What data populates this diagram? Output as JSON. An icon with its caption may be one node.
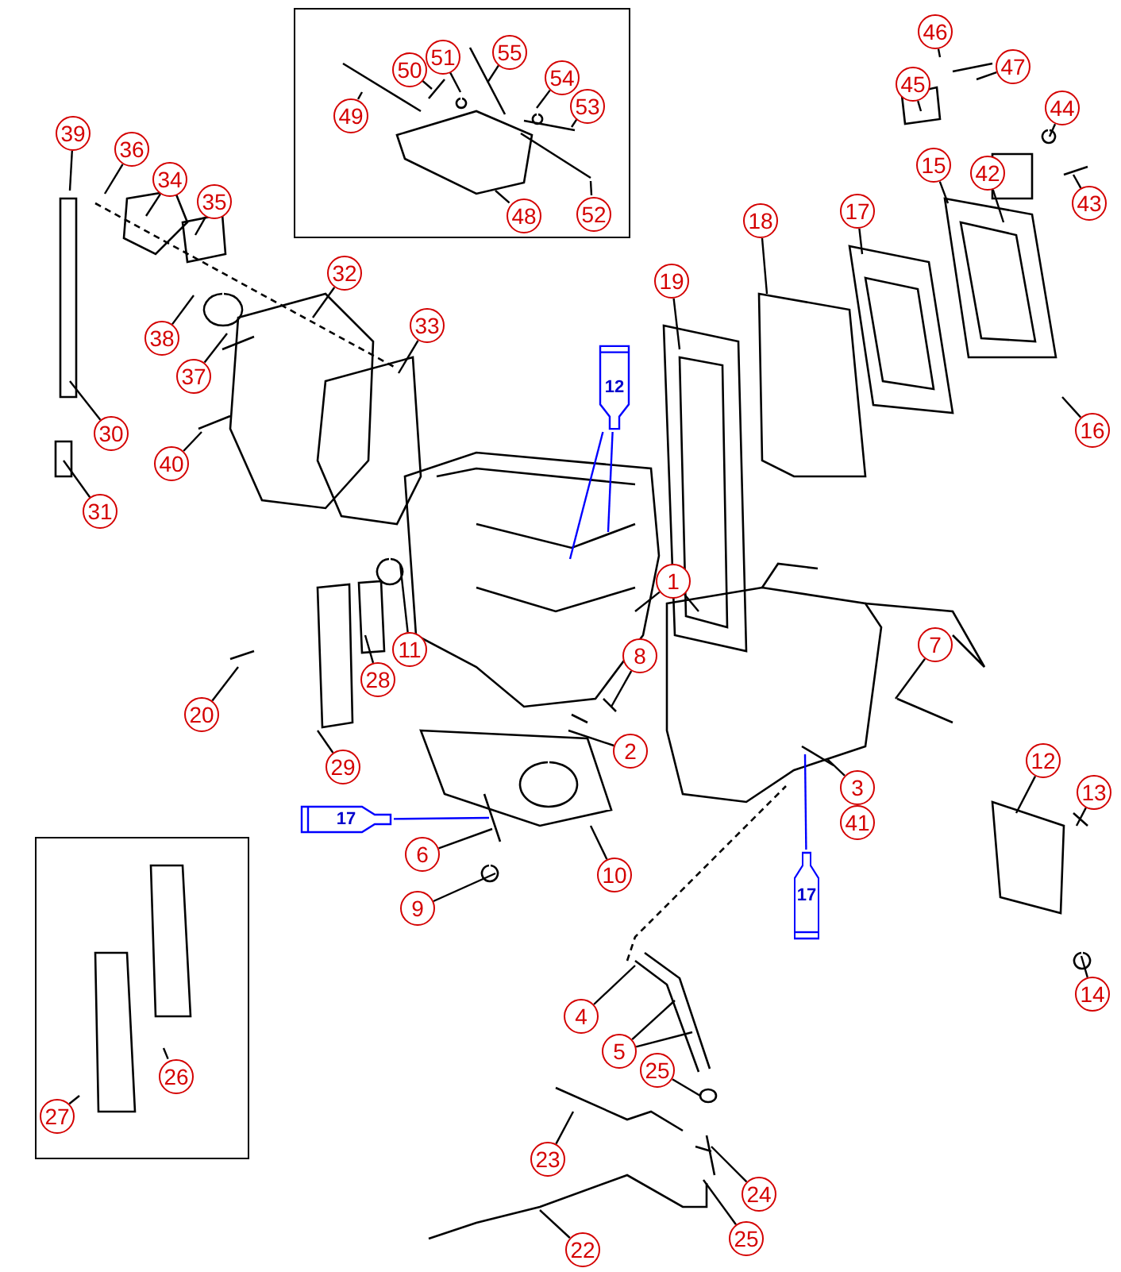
{
  "diagram": {
    "nodes": [
      {
        "text": [],
        "shape": "box"
      },
      {
        "text": [
          "55"
        ],
        "in": 0
      },
      {
        "text": [
          "51"
        ],
        "in": 0
      },
      {
        "text": [
          "50"
        ],
        "in": 0
      },
      {
        "text": [
          "54"
        ],
        "in": 0
      },
      {
        "text": [
          "49"
        ],
        "in": 0
      },
      {
        "text": [
          "53"
        ],
        "in": 0
      },
      {
        "text": [
          "48"
        ],
        "in": 0
      },
      {
        "text": [
          "52"
        ],
        "in": 0
      },
      {
        "text": [
          "46"
        ]
      },
      {
        "text": [
          "45"
        ]
      },
      {
        "text": [
          "47"
        ]
      },
      {
        "text": [
          "44"
        ]
      },
      {
        "text": [
          "39"
        ]
      },
      {
        "text": [
          "36"
        ]
      },
      {
        "text": [
          "34"
        ]
      },
      {
        "text": [
          "42"
        ]
      },
      {
        "text": [
          "43"
        ]
      },
      {
        "text": [
          "35"
        ]
      },
      {
        "text": [
          "15"
        ]
      },
      {
        "text": [
          "17"
        ]
      },
      {
        "text": [
          "18"
        ]
      },
      {
        "text": [
          "32"
        ]
      },
      {
        "text": [
          "19"
        ]
      },
      {
        "text": [
          "33"
        ]
      },
      {
        "text": [
          "38"
        ]
      },
      {
        "text": [
          "37"
        ]
      },
      {
        "text": [
          "12"
        ]
      },
      {
        "text": [
          "16"
        ]
      },
      {
        "text": [
          "30"
        ]
      },
      {
        "text": [
          "40"
        ]
      },
      {
        "text": [
          "31"
        ]
      },
      {
        "text": [
          "1"
        ]
      },
      {
        "text": [
          "7"
        ]
      },
      {
        "text": [
          "11"
        ]
      },
      {
        "text": [
          "28"
        ]
      },
      {
        "text": [
          "8"
        ]
      },
      {
        "text": [
          "20"
        ]
      },
      {
        "text": [
          "2"
        ]
      },
      {
        "text": [
          "12"
        ]
      },
      {
        "text": [
          "29"
        ]
      },
      {
        "text": [
          "3"
        ]
      },
      {
        "text": [
          "13"
        ]
      },
      {
        "text": [
          "41"
        ]
      },
      {
        "text": [
          "17"
        ]
      },
      {
        "text": [
          "6"
        ]
      },
      {
        "text": [
          "10"
        ]
      },
      {
        "text": [
          "17"
        ]
      },
      {
        "text": [
          "9"
        ]
      },
      {
        "text": [
          "14"
        ]
      },
      {
        "text": [],
        "shape": "box"
      },
      {
        "text": [
          "26"
        ],
        "in": 50
      },
      {
        "text": [
          "27"
        ],
        "in": 50
      },
      {
        "text": [
          "4"
        ]
      },
      {
        "text": [
          "5"
        ]
      },
      {
        "text": [
          "25"
        ]
      },
      {
        "text": [
          "23"
        ]
      },
      {
        "text": [
          "24"
        ]
      },
      {
        "text": [
          "25"
        ]
      },
      {
        "text": [
          "22"
        ]
      }
    ],
    "edges": [
      {
        "from": 1,
        "to": null,
        "arrow": "none"
      },
      {
        "from": 2,
        "to": null,
        "arrow": "none"
      },
      {
        "from": 3,
        "to": null,
        "arrow": "none"
      },
      {
        "from": 4,
        "to": null,
        "arrow": "none"
      },
      {
        "from": 5,
        "to": null,
        "arrow": "none"
      },
      {
        "from": 6,
        "to": null,
        "arrow": "none"
      },
      {
        "from": 7,
        "to": null,
        "arrow": "none"
      },
      {
        "from": 8,
        "to": null,
        "arrow": "none"
      },
      {
        "from": 9,
        "to": null,
        "arrow": "none"
      },
      {
        "from": 10,
        "to": null,
        "arrow": "none"
      },
      {
        "from": 11,
        "to": null,
        "arrow": "none"
      },
      {
        "from": 12,
        "to": null,
        "arrow": "none"
      },
      {
        "from": 13,
        "to": null,
        "arrow": "none"
      },
      {
        "from": 14,
        "to": null,
        "arrow": "none"
      },
      {
        "from": 15,
        "to": null,
        "arrow": "none"
      },
      {
        "from": 16,
        "to": null,
        "arrow": "none"
      },
      {
        "from": 17,
        "to": null,
        "arrow": "none"
      },
      {
        "from": 18,
        "to": null,
        "arrow": "none"
      },
      {
        "from": 19,
        "to": null,
        "arrow": "none"
      },
      {
        "from": 20,
        "to": null,
        "arrow": "none"
      },
      {
        "from": 21,
        "to": null,
        "arrow": "none"
      },
      {
        "from": 22,
        "to": null,
        "arrow": "none"
      },
      {
        "from": 23,
        "to": null,
        "arrow": "none"
      },
      {
        "from": 24,
        "to": null,
        "arrow": "none"
      },
      {
        "from": 25,
        "to": null,
        "arrow": "none"
      },
      {
        "from": 26,
        "to": null,
        "arrow": "none"
      },
      {
        "from": 27,
        "to": null,
        "arrow": "none",
        "color": "#0000ff"
      },
      {
        "from": 27,
        "to": null,
        "arrow": "none",
        "color": "#0000ff"
      },
      {
        "from": 28,
        "to": null,
        "arrow": "none"
      },
      {
        "from": 29,
        "to": null,
        "arrow": "none"
      },
      {
        "from": 30,
        "to": null,
        "arrow": "none"
      },
      {
        "from": 31,
        "to": null,
        "arrow": "none"
      },
      {
        "from": 32,
        "to": null,
        "arrow": "none"
      },
      {
        "from": 32,
        "to": null,
        "arrow": "none"
      },
      {
        "from": 33,
        "to": null,
        "arrow": "none"
      },
      {
        "from": 34,
        "to": null,
        "arrow": "none"
      },
      {
        "from": 35,
        "to": null,
        "arrow": "none"
      },
      {
        "from": 36,
        "to": null,
        "arrow": "none"
      },
      {
        "from": 37,
        "to": null,
        "arrow": "none"
      },
      {
        "from": 38,
        "to": null,
        "arrow": "none"
      },
      {
        "from": 39,
        "to": null,
        "arrow": "none"
      },
      {
        "from": 40,
        "to": null,
        "arrow": "none"
      },
      {
        "from": 41,
        "to": null,
        "arrow": "none"
      },
      {
        "from": 42,
        "to": null,
        "arrow": "none"
      },
      {
        "from": 44,
        "to": null,
        "arrow": "none",
        "color": "#0000ff"
      },
      {
        "from": 45,
        "to": null,
        "arrow": "none"
      },
      {
        "from": 46,
        "to": null,
        "arrow": "none"
      },
      {
        "from": 47,
        "to": null,
        "arrow": "none",
        "color": "#0000ff"
      },
      {
        "from": 48,
        "to": null,
        "arrow": "none"
      },
      {
        "from": 49,
        "to": null,
        "arrow": "none"
      },
      {
        "from": 51,
        "to": null,
        "arrow": "none"
      },
      {
        "from": 52,
        "to": null,
        "arrow": "none"
      },
      {
        "from": 53,
        "to": null,
        "arrow": "none"
      },
      {
        "from": 54,
        "to": null,
        "arrow": "none"
      },
      {
        "from": 54,
        "to": null,
        "arrow": "none"
      },
      {
        "from": 55,
        "to": null,
        "arrow": "none"
      },
      {
        "from": 56,
        "to": null,
        "arrow": "none"
      },
      {
        "from": 57,
        "to": null,
        "arrow": "none"
      },
      {
        "from": 58,
        "to": null,
        "arrow": "none"
      },
      {
        "from": 59,
        "to": null,
        "arrow": "none"
      }
    ]
  }
}
